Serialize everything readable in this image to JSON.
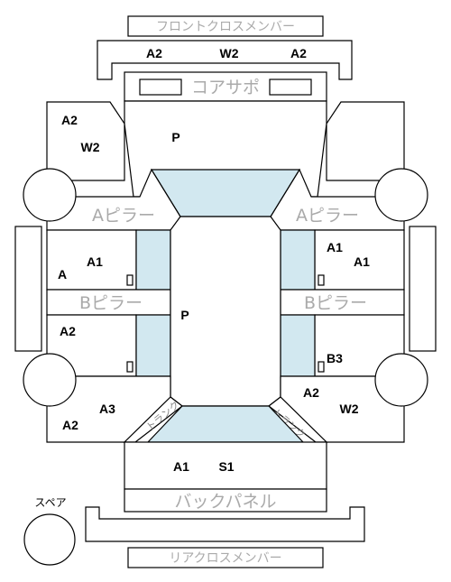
{
  "labels": {
    "front_cross_member": "フロントクロスメンバー",
    "core_support": "コアサポ",
    "a_pillar": "Aピラー",
    "b_pillar": "Bピラー",
    "back_panel": "バックパネル",
    "rear_cross_member": "リアクロスメンバー",
    "spare": "スペア",
    "trunk": "トランク"
  },
  "parts": {
    "front_member_left": "A2",
    "front_member_center": "W2",
    "front_member_right": "A2",
    "front_left_fender_top": "A2",
    "front_left_fender_bottom": "W2",
    "hood": "P",
    "roof": "P",
    "front_left_door_a": "A1",
    "front_left_door_b": "A",
    "front_right_door_a": "A1",
    "front_right_door_b": "A1",
    "rear_left_door": "A2",
    "rear_right_door": "B3",
    "rear_left_quarter_a": "A3",
    "rear_left_quarter_b": "A2",
    "rear_right_quarter_a": "A2",
    "rear_right_quarter_b": "W2",
    "trunk_lid_a": "A1",
    "trunk_lid_b": "S1"
  },
  "colors": {
    "glass": "#d2e8f0",
    "outline": "#000000",
    "section_label": "#aaaaaa"
  }
}
